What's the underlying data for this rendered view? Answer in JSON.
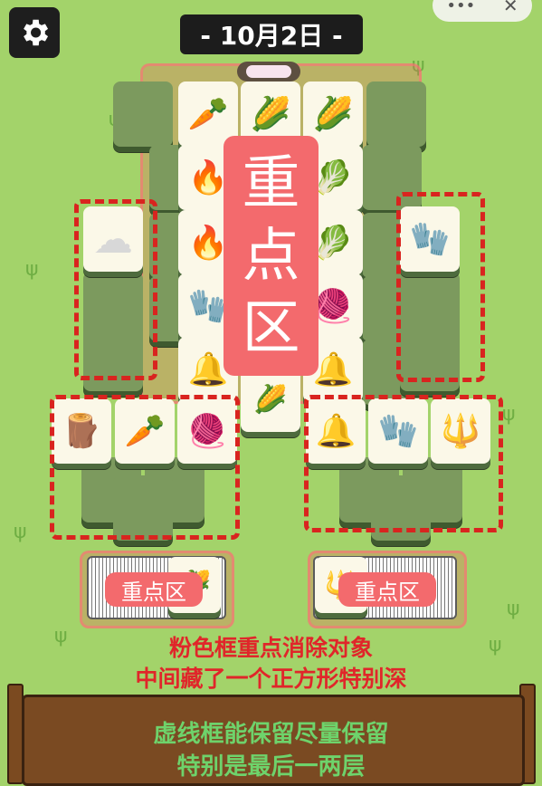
{
  "header": {
    "date_label": "- 10月2日 -",
    "settings_icon": "gear-icon",
    "top_right_icons": [
      "more-icon",
      "close-icon"
    ]
  },
  "board": {
    "tiles_center": [
      {
        "icon": "carrot-icon",
        "glyph": "🥕"
      },
      {
        "icon": "corn-icon",
        "glyph": "🌽"
      },
      {
        "icon": "corn-icon",
        "glyph": "🌽"
      },
      {
        "icon": "campfire-icon",
        "glyph": "🔥"
      },
      {
        "icon": "cabbage-icon",
        "glyph": "🥬"
      },
      {
        "icon": "campfire-icon",
        "glyph": "🔥"
      },
      {
        "icon": "cabbage-icon",
        "glyph": "🥬"
      },
      {
        "icon": "glove-icon",
        "glyph": "🧤"
      },
      {
        "icon": "yarn-icon",
        "glyph": "🧶"
      },
      {
        "icon": "bell-icon",
        "glyph": "🔔"
      },
      {
        "icon": "bell-icon",
        "glyph": "🔔"
      }
    ],
    "tiles_left_col": [
      {
        "icon": "cotton-icon",
        "glyph": "☁"
      }
    ],
    "tiles_right_col": [
      {
        "icon": "glove-icon",
        "glyph": "🧤"
      }
    ],
    "tiles_bottom_left": [
      {
        "icon": "stump-icon",
        "glyph": "🪵"
      },
      {
        "icon": "carrot-icon",
        "glyph": "🥕"
      },
      {
        "icon": "yarn-icon",
        "glyph": "🧶"
      }
    ],
    "tiles_bottom_right": [
      {
        "icon": "bell-icon",
        "glyph": "🔔"
      },
      {
        "icon": "glove-icon",
        "glyph": "🧤"
      },
      {
        "icon": "pitchfork-icon",
        "glyph": "🔱"
      }
    ],
    "focus_badge_text": "重\n点\n区",
    "stack_left_label": "重点区",
    "stack_right_label": "重点区"
  },
  "notes": {
    "pink_line1": "粉色框重点消除对象",
    "pink_line2": "中间藏了一个正方形特别深",
    "green_line1": "虚线框能保留尽量保留",
    "green_line2": "特别是最后一两层"
  },
  "colors": {
    "background": "#a3d36a",
    "dash_red": "#d9241f",
    "badge_pink": "#f36a6d",
    "panel_brown": "#7a4a22"
  }
}
